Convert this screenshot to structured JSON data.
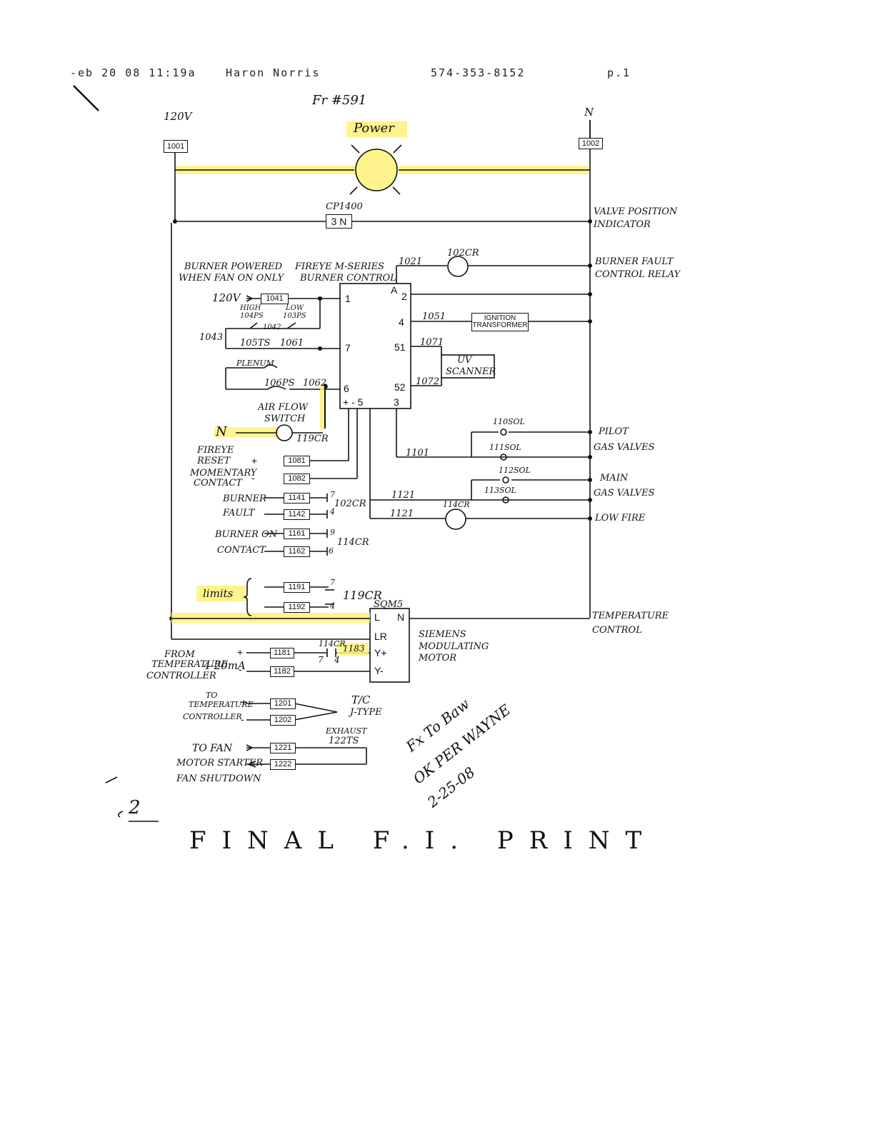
{
  "fax_header": {
    "date": "-eb 20 08 11:19a",
    "name": "Haron Norris",
    "phone": "574-353-8152",
    "page": "p.1"
  },
  "diagram": {
    "fr_number": "Fr #591",
    "supply": {
      "left": "120V",
      "right": "N",
      "left_terminal": "1001",
      "right_terminal": "1002"
    },
    "power_label": "Power",
    "cp1400": {
      "label": "CP1400",
      "box": "3 N"
    },
    "right_labels": {
      "valve_position": [
        "VALVE POSITION",
        "INDICATOR"
      ],
      "burner_fault": [
        "BURNER FAULT",
        "CONTROL RELAY"
      ],
      "pilot": [
        "PILOT",
        "GAS VALVES"
      ],
      "main": [
        "MAIN",
        "GAS VALVES"
      ],
      "low_fire": "LOW FIRE",
      "temp_control": [
        "TEMPERATURE",
        "CONTROL"
      ]
    },
    "relay_102cr": "102CR",
    "wire_1021": "1021",
    "burner_powered": [
      "BURNER POWERED",
      "WHEN FAN ON ONLY"
    ],
    "fireye": [
      "FIREYE M-SERIES",
      "BURNER CONTROL"
    ],
    "controller_pins": {
      "p1": "1",
      "pA": "A",
      "p2": "2",
      "p4": "4",
      "p7": "7",
      "p51": "51",
      "p6": "6",
      "p52": "52",
      "pm": "+ - 5",
      "p3": "3"
    },
    "in_120v": "120V",
    "t1041": "1041",
    "high_104ps": [
      "HIGH",
      "104PS"
    ],
    "low_103ps": [
      "LOW",
      "103PS"
    ],
    "w1042": "1042",
    "w1043": "1043",
    "t105ts": "105TS",
    "w1061": "1061",
    "plenum": "PLENUM",
    "t106ps": "106PS",
    "w1062": "1062",
    "air_flow": [
      "AIR FLOW",
      "SWITCH"
    ],
    "n_label": "N",
    "relay_119cr": "119CR",
    "w1051": "1051",
    "ignition": [
      "IGNITION",
      "TRANSFORMER"
    ],
    "w1071": "1071",
    "uv_scanner": [
      "UV",
      "SCANNER"
    ],
    "w1072": "1072",
    "sol_110": "110SOL",
    "sol_111": "111SOL",
    "w1101": "1101",
    "sol_112": "112SOL",
    "sol_113": "113SOL",
    "w1121a": "1121",
    "w1121b": "1121",
    "relay_114cr": "114CR",
    "fireye_reset": [
      "FIREYE",
      "RESET",
      "MOMENTARY",
      "CONTACT"
    ],
    "t1081": "1081",
    "t1082": "1082",
    "plus": "+",
    "minus": "-",
    "burner_fault_left": [
      "BURNER",
      "FAULT"
    ],
    "t1141": "1141",
    "t1142": "1142",
    "c7": "7",
    "c4": "4",
    "relay_102cr_b": "102CR",
    "burner_on": [
      "BURNER ON",
      "CONTACT"
    ],
    "t1161": "1161",
    "t1162": "1162",
    "c9": "9",
    "c6": "6",
    "relay_114cr_b": "114CR",
    "limits": "limits",
    "t1191": "1191",
    "t1192": "1192",
    "c7b": "7",
    "c4b": "4",
    "relay_119cr_b": "119CR",
    "sqm5": "SQM5",
    "sqm_pins": {
      "L": "L",
      "N": "N",
      "LR": "LR",
      "Yp": "Y+",
      "Ym": "Y-"
    },
    "siemens": [
      "SIEMENS",
      "MODULATING",
      "MOTOR"
    ],
    "from_temp": [
      "FROM",
      "TEMPERATURE",
      "CONTROLLER"
    ],
    "ma": "4-20mA",
    "t1181": "1181",
    "t1182": "1182",
    "relay_114cr_c": "114CR",
    "t1183": "1183",
    "c7c": "7",
    "c4c": "4",
    "to_temp": [
      "TO",
      "TEMPERATURE",
      "CONTROLLER"
    ],
    "t1201": "1201",
    "t1202": "1202",
    "tc": [
      "T/C",
      "J-TYPE"
    ],
    "exhaust": [
      "EXHAUST",
      "122TS"
    ],
    "to_fan": [
      "TO FAN",
      "MOTOR STARTER",
      "FAN SHUTDOWN"
    ],
    "t1221": "1221",
    "t1222": "1222",
    "note": [
      "Fx To Baw",
      "OK PER WAYNE",
      "2-25-08"
    ],
    "margin_mark": "2",
    "footer": "FINAL  F.I.  PRINT"
  },
  "colors": {
    "ink": "#111111",
    "highlight": "#fff27a"
  }
}
